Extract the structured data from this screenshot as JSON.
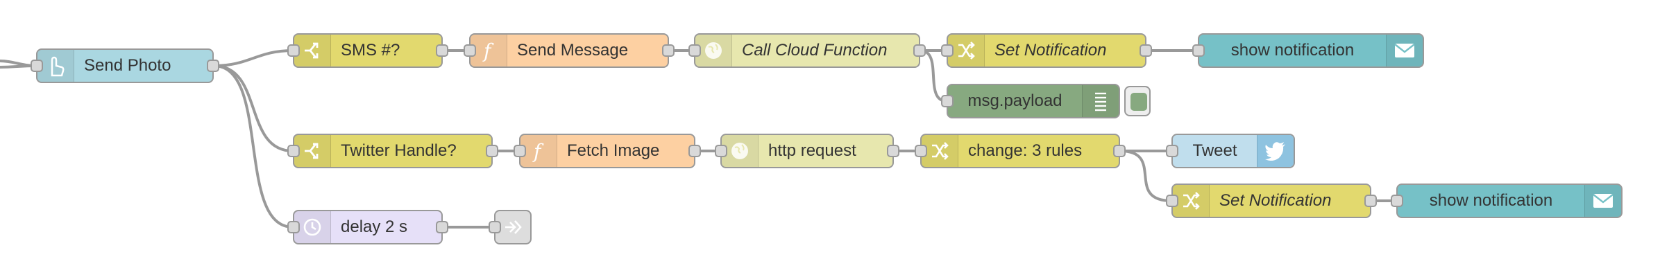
{
  "nodes": {
    "send_photo": {
      "label": "Send Photo",
      "color": "#aad7e1",
      "icon": "hand-pointer-icon"
    },
    "sms": {
      "label": "SMS #?",
      "color": "#e2d96e",
      "icon": "switch-icon"
    },
    "send_message": {
      "label": "Send Message",
      "color": "#fdd0a2",
      "icon": "function-icon"
    },
    "call_cloud": {
      "label": "Call Cloud Function",
      "color": "#e7e7ae",
      "icon": "globe-icon"
    },
    "set_notification_1": {
      "label": "Set Notification",
      "color": "#e2d96e",
      "icon": "shuffle-icon"
    },
    "show_notification_1": {
      "label": "show notification",
      "color": "#76c1c7",
      "icon": "envelope-icon"
    },
    "msg_payload": {
      "label": "msg.payload",
      "color": "#87a980",
      "icon": "list-icon"
    },
    "twitter_handle": {
      "label": "Twitter Handle?",
      "color": "#e2d96e",
      "icon": "switch-icon"
    },
    "fetch_image": {
      "label": "Fetch Image",
      "color": "#fdd0a2",
      "icon": "function-icon"
    },
    "http_request": {
      "label": "http request",
      "color": "#e7e7ae",
      "icon": "globe-icon"
    },
    "change_rules": {
      "label": "change: 3 rules",
      "color": "#e2d96e",
      "icon": "shuffle-icon"
    },
    "tweet": {
      "label": "Tweet",
      "color": "#c0deed",
      "icon": "twitter-bird-icon"
    },
    "set_notification_2": {
      "label": "Set Notification",
      "color": "#e2d96e",
      "icon": "shuffle-icon"
    },
    "show_notification_2": {
      "label": "show notification",
      "color": "#76c1c7",
      "icon": "envelope-icon"
    },
    "delay": {
      "label": "delay 2 s",
      "color": "#e6e0f8",
      "icon": "timer-icon"
    },
    "link_out": {
      "label": "",
      "color": "#dddddd",
      "icon": "link-out-icon"
    }
  },
  "colors": {
    "wire": "#999999",
    "port_fill": "#d9d9d9",
    "port_border": "#999999"
  }
}
